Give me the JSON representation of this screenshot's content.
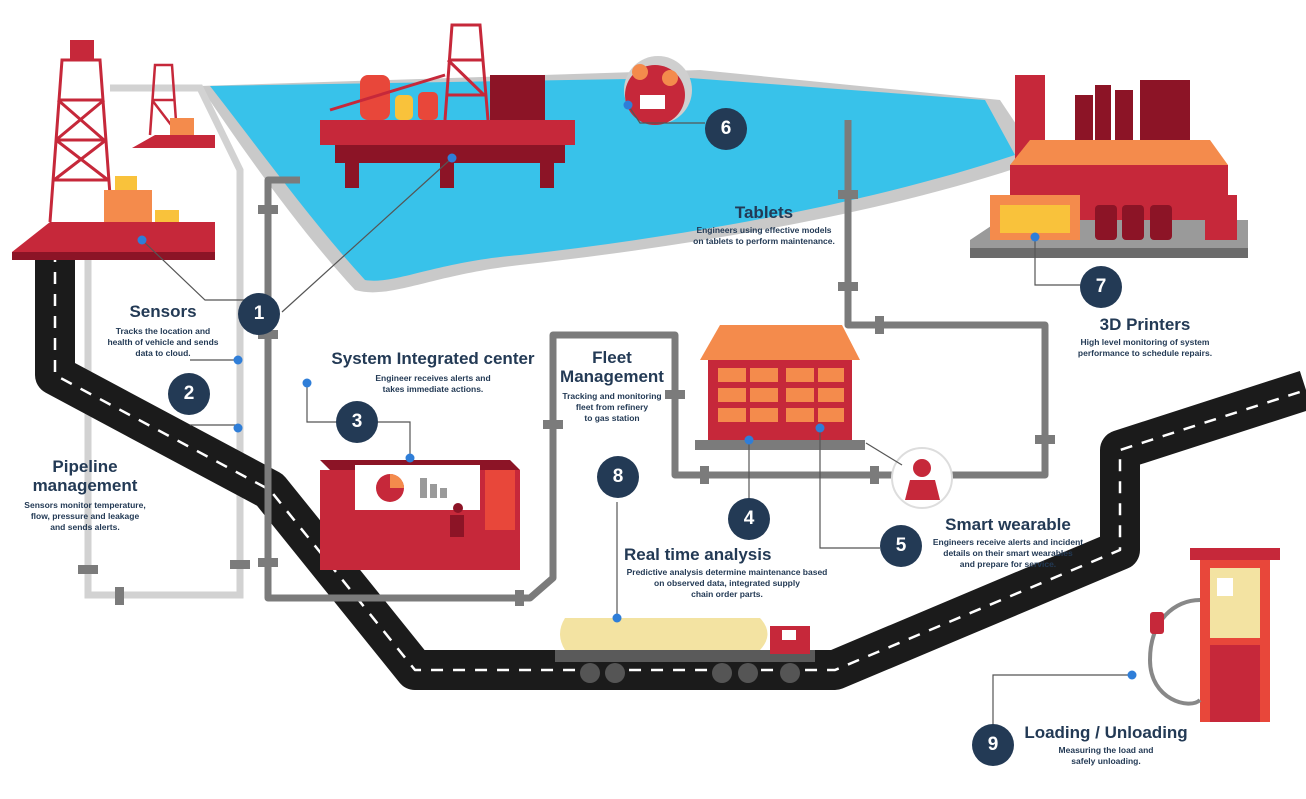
{
  "colors": {
    "road": "#1b1b1b",
    "water": "#38c2ea",
    "shore": "#c9c9c9",
    "red": "#c6283a",
    "dark_red": "#8c1426",
    "orange": "#f48b4c",
    "yellow": "#f9c23b",
    "pipe": "#7b7b7b",
    "pipe_light": "#cfcfcf",
    "badge": "#233a55",
    "pin": "#2f7ed8",
    "tanker": "#f3e3a2"
  },
  "steps": [
    {
      "number": "1",
      "title": "Sensors",
      "description": "Tracks the location and\nhealth of vehicle and sends\ndata to cloud."
    },
    {
      "number": "2",
      "title": "Pipeline\nmanagement",
      "description": "Sensors monitor temperature,\nflow, pressure and leakage\nand sends alerts."
    },
    {
      "number": "3",
      "title": "System Integrated center",
      "description": "Engineer receives alerts and\ntakes immediate actions."
    },
    {
      "number": "4",
      "title": "Fleet\nManagement",
      "description": "Tracking and monitoring\nfleet from refinery\nto gas station"
    },
    {
      "number": "5",
      "title": "Smart wearable",
      "description": "Engineers receive alerts and incident\ndetails on their smart wearables\nand prepare for service."
    },
    {
      "number": "6",
      "title": "Tablets",
      "description": "Engineers using effective models\non tablets to perform maintenance."
    },
    {
      "number": "7",
      "title": "3D Printers",
      "description": "High level monitoring of system\nperformance to schedule repairs."
    },
    {
      "number": "8",
      "title": "Real time analysis",
      "description": "Predictive analysis determine maintenance based\non observed data, integrated supply\nchain order parts."
    },
    {
      "number": "9",
      "title": "Loading / Unloading",
      "description": "Measuring the load and\nsafely unloading."
    }
  ]
}
